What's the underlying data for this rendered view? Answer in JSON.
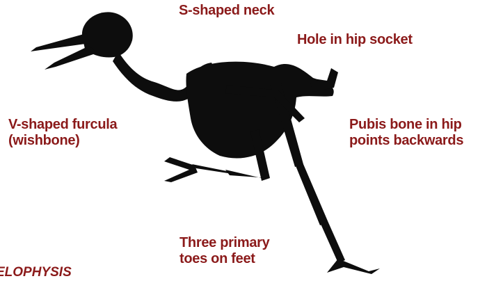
{
  "colors": {
    "label_color": "#8b1a1a",
    "skeleton_fill": "#0d0d0d",
    "background": "#ffffff"
  },
  "labels": {
    "neck": "S-shaped neck",
    "hip_socket": "Hole in hip socket",
    "furcula_line1": "V-shaped furcula",
    "furcula_line2": "(wishbone)",
    "pubis_line1": "Pubis bone in hip",
    "pubis_line2": "points backwards",
    "toes_line1": "Three primary",
    "toes_line2": "toes on feet",
    "species": "ELOPHYSIS"
  }
}
